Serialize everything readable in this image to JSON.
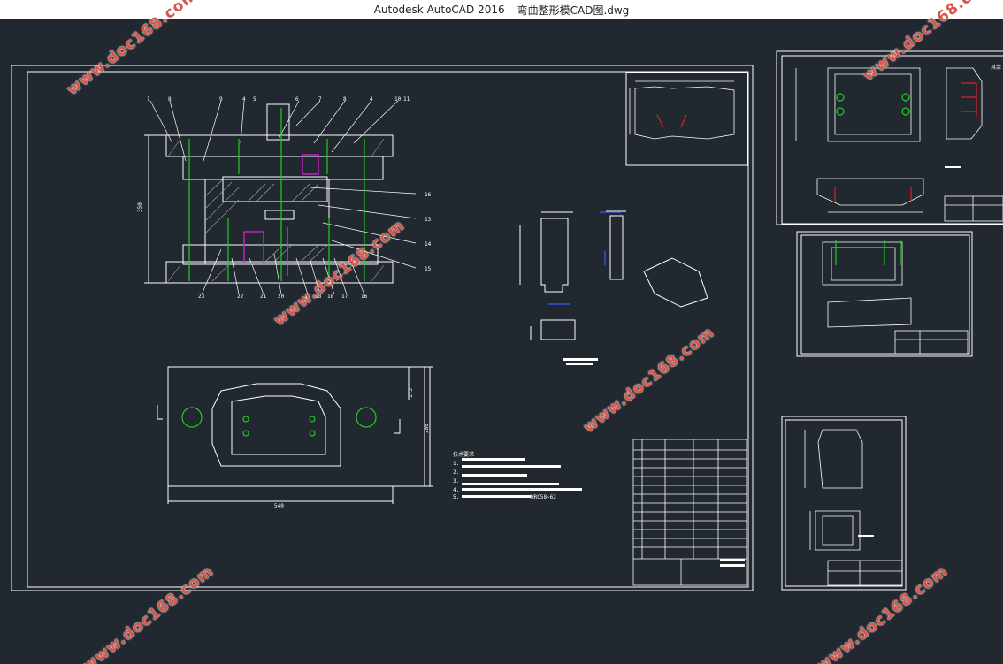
{
  "window": {
    "app_title": "Autodesk AutoCAD 2016",
    "file_name": "弯曲整形模CAD图.dwg"
  },
  "watermark": {
    "text": "www.doc168.com"
  },
  "drawing": {
    "part_numbers_top": [
      "1",
      "8",
      "9",
      "4",
      "5",
      "6",
      "7",
      "8",
      "4",
      "10",
      "11"
    ],
    "part_numbers_right": [
      "16",
      "13",
      "14",
      "15"
    ],
    "part_numbers_bottom": [
      "23",
      "22",
      "21",
      "20",
      "19",
      "18",
      "18",
      "17",
      "16"
    ],
    "height_dim": "350",
    "width_dim": "540",
    "plan_dim": "280",
    "plan_dim_small": "173",
    "tech_req_title": "技术要求",
    "tech_req_items": [
      "1.",
      "2.",
      "3.",
      "4.",
      "5."
    ],
    "tech_req_spec": "HRC58~62",
    "top_right_label": "其余"
  },
  "colors": {
    "background": "#212830",
    "line": "#ffffff",
    "center": "#22cc22",
    "accent_red": "#e02020",
    "accent_magenta": "#cc22cc",
    "accent_blue": "#3a5cff",
    "watermark": "#d8554a"
  }
}
